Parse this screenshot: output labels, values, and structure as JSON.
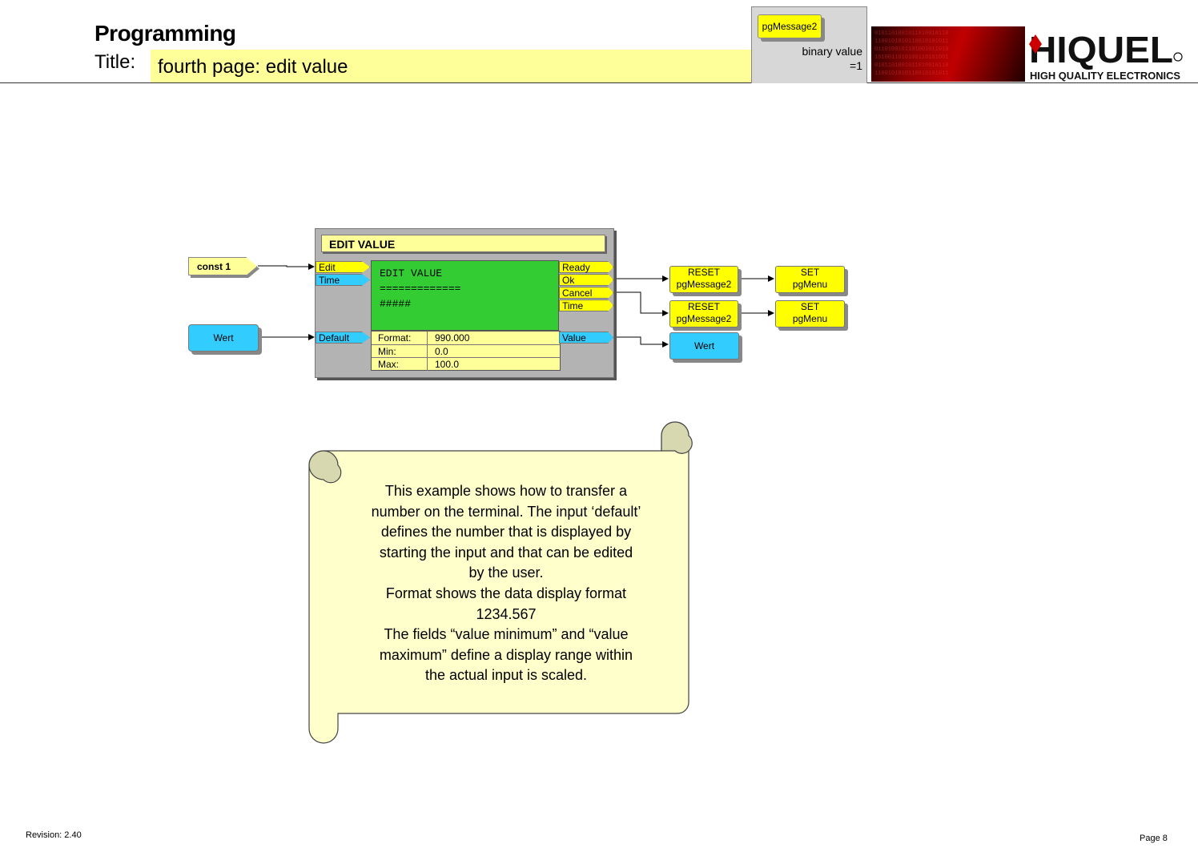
{
  "header": {
    "section": "Programming",
    "title_label": "Title:",
    "title_value": "fourth page: edit value",
    "marker": {
      "tag": "pgMessage2",
      "line1": "binary value",
      "line2": "=1"
    },
    "logo": {
      "brand": "HIQUEL",
      "tagline": "HIGH QUALITY ELECTRONICS",
      "accent": "#cc0000"
    }
  },
  "diagram": {
    "inputs": {
      "const_label": "const 1",
      "wert_label": "Wert"
    },
    "block": {
      "title": "EDIT VALUE",
      "display_lines": [
        "EDIT VALUE",
        "=============",
        "#####"
      ],
      "inputs": [
        "Edit",
        "Time",
        "Default"
      ],
      "outputs": [
        "Ready",
        "Ok",
        "Cancel",
        "Time",
        "Value"
      ],
      "params": [
        {
          "key": "Format:",
          "value": "990.000"
        },
        {
          "key": "Min:",
          "value": "0.0"
        },
        {
          "key": "Max:",
          "value": "100.0"
        }
      ]
    },
    "targets": {
      "reset1": [
        "RESET",
        "pgMessage2"
      ],
      "reset2": [
        "RESET",
        "pgMessage2"
      ],
      "set1": [
        "SET",
        "pgMenu"
      ],
      "set2": [
        "SET",
        "pgMenu"
      ],
      "wert_out": "Wert"
    },
    "colors": {
      "yellow": "#ffff00",
      "cyan": "#33ccff",
      "green": "#33cc33",
      "pale": "#ffff99",
      "block": "#b3b3b3"
    }
  },
  "note": {
    "lines": [
      "This example shows how to transfer a",
      "number on the terminal. The input ‘default’",
      "defines the number that is displayed by",
      "starting the input and that can be edited",
      "by the user.",
      "Format shows the data display format",
      "1234.567",
      "The fields “value minimum”  and “value",
      "maximum”  define a display range within",
      "the actual input is scaled."
    ]
  },
  "footer": {
    "revision": "Revision: 2.40",
    "page": "Page 8"
  }
}
